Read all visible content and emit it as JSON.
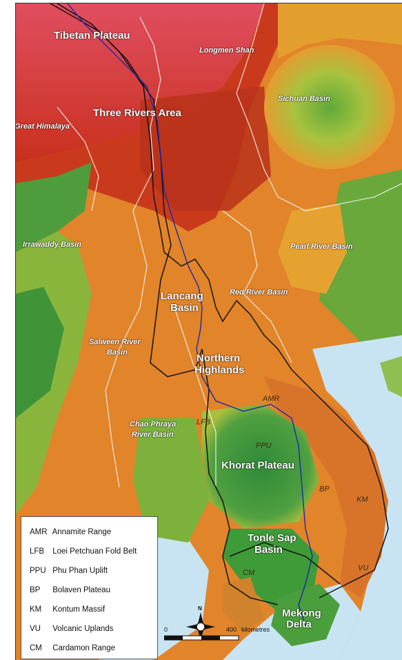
{
  "map": {
    "major_labels": [
      "Tibetan Plateau",
      "Three Rivers Area",
      "Lancang",
      "Basin",
      "Northern",
      "Highlands",
      "Khorat Plateau",
      "Tonle Sap",
      "Basin",
      "Mekong",
      "Delta"
    ],
    "region_labels": [
      "Longmen Shan",
      "Sichuan Basin",
      "Great Himalaya",
      "Irrawaddy Basin",
      "Pearl River Basin",
      "Red River Basin",
      "Salween River",
      "Basin",
      "Chao Phraya",
      "River Basin"
    ],
    "feature_codes": [
      "AMR",
      "LFB",
      "PPU",
      "BP",
      "KM",
      "VU",
      "CM"
    ],
    "colors": {
      "high": "#d9535e",
      "upper": "#cc3a1f",
      "mid": "#e8892a",
      "low": "#c7c43c",
      "lowland": "#3f9a3a",
      "delta": "#2f8a3a",
      "sea": "#c8e4f2",
      "river": "#1c2aa8",
      "basin_border": "#111111",
      "country_border": "#ffffff"
    }
  },
  "legend": {
    "items": [
      {
        "abbr": "AMR",
        "name": "Annamite Range"
      },
      {
        "abbr": "LFB",
        "name": "Loei Petchuan Fold Belt"
      },
      {
        "abbr": "PPU",
        "name": "Phu Phan Uplift"
      },
      {
        "abbr": "BP",
        "name": "Bolaven Plateau"
      },
      {
        "abbr": "KM",
        "name": "Kontum Massif"
      },
      {
        "abbr": "VU",
        "name": "Volcanic Uplands"
      },
      {
        "abbr": "CM",
        "name": "Cardamon Range"
      }
    ]
  },
  "compass": {
    "north_label": "N"
  },
  "scale": {
    "start": "0",
    "end": "400",
    "unit": "kilometres"
  }
}
